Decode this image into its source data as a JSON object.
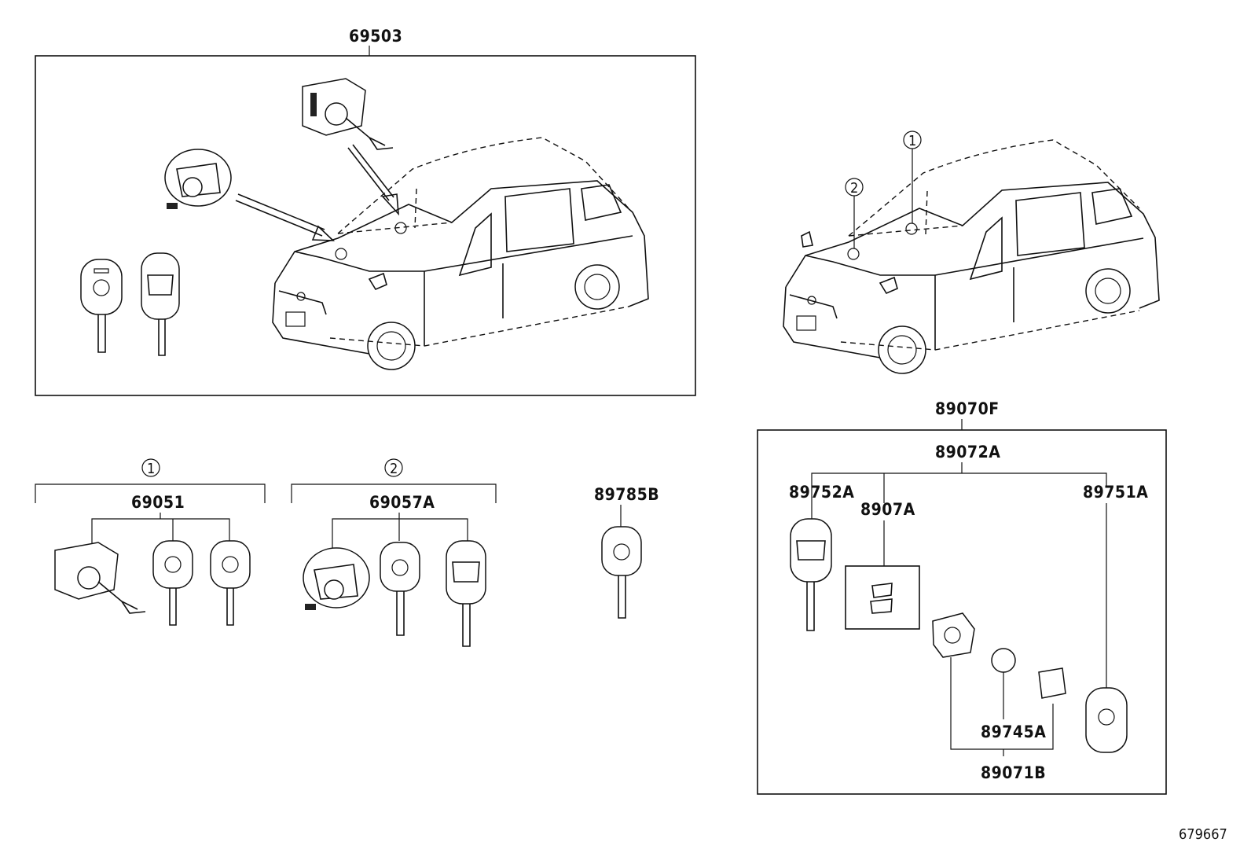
{
  "labels": {
    "assembly_top": "69503",
    "lock_set_1": "69051",
    "lock_set_2": "69057A",
    "blank_key": "89785B",
    "transmitter_assy": "89070F",
    "transmitter_sub": "89072A",
    "key_left": "89752A",
    "key_insert": "8907A",
    "key_right": "89751A",
    "battery": "89745A",
    "transmitter_case": "89071B"
  },
  "callouts": {
    "one": "1",
    "two": "2"
  },
  "figure_number": "679667"
}
